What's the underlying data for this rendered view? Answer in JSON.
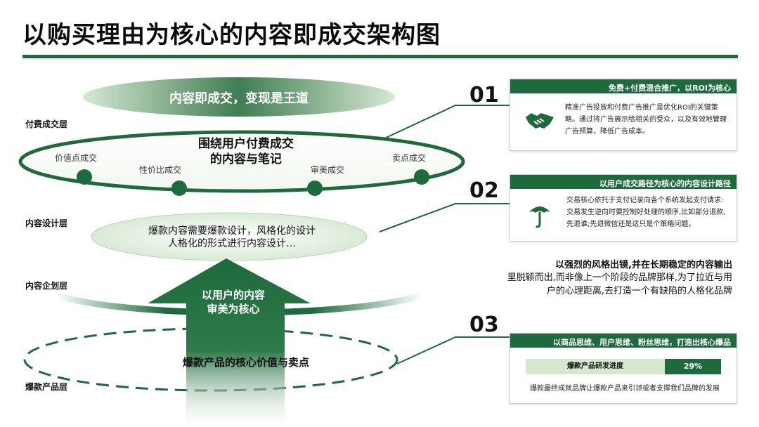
{
  "title": "以购买理由为核心的内容即成交架构图",
  "layers": {
    "paid": "付费成交层",
    "design": "内容设计层",
    "planning": "内容企划层",
    "product": "爆款产品层"
  },
  "top_ellipse_text": "内容即成交，变现是王道",
  "ring1": {
    "center_text": "围绕用户付费成交\n的内容与笔记",
    "points": [
      "价值点成交",
      "性价比成交",
      "审美成交",
      "卖点成交"
    ]
  },
  "design_ellipse_text": "爆款内容需要爆款设计，风格化的设计\n人格化的形式进行内容设计…",
  "arrow_text": "以用户的内容\n审美为核心",
  "product_text": "爆款产品的核心价值与卖点",
  "sections": [
    {
      "num": "01",
      "head": "免费+付费混合推广，以ROI为核心",
      "icon": "handshake-icon",
      "text": "精准广告投放和付费广告推广是优化ROI的关键策略。通过将广告展示给相关的受众，以及有效地管理广告预算，降低广告成本。"
    },
    {
      "num": "02",
      "head": "以用户成交路径为核心的内容设计路径",
      "icon": "umbrella-icon",
      "text": "交易核心依托于支付记录向各个系统发起支付请求: 交易发生逆向时要控制好处理的顺序,比如部分退款,先退谁;先退微信还是这只是个策略问题。"
    },
    {
      "num": "03",
      "head": "以商品思维、用户思维、粉丝思维，打造出核心爆品",
      "progress_label": "爆款产品研发进度",
      "progress_value": "29%",
      "progress_fraction": 0.29,
      "text": "爆款最终成就品牌让爆款产品来引领或者支撑我们品牌的发展"
    }
  ],
  "style_note": {
    "title": "以强烈的风格出镜,并在长期稳定的内容输出",
    "body": "里脱颖而出,而非像上一个阶段的品牌那样,为了拉近与用户的心理距离,去打造一个有缺陷的人格化品牌"
  },
  "colors": {
    "accent": "#1d6a3c",
    "light": "#e3efdf"
  }
}
